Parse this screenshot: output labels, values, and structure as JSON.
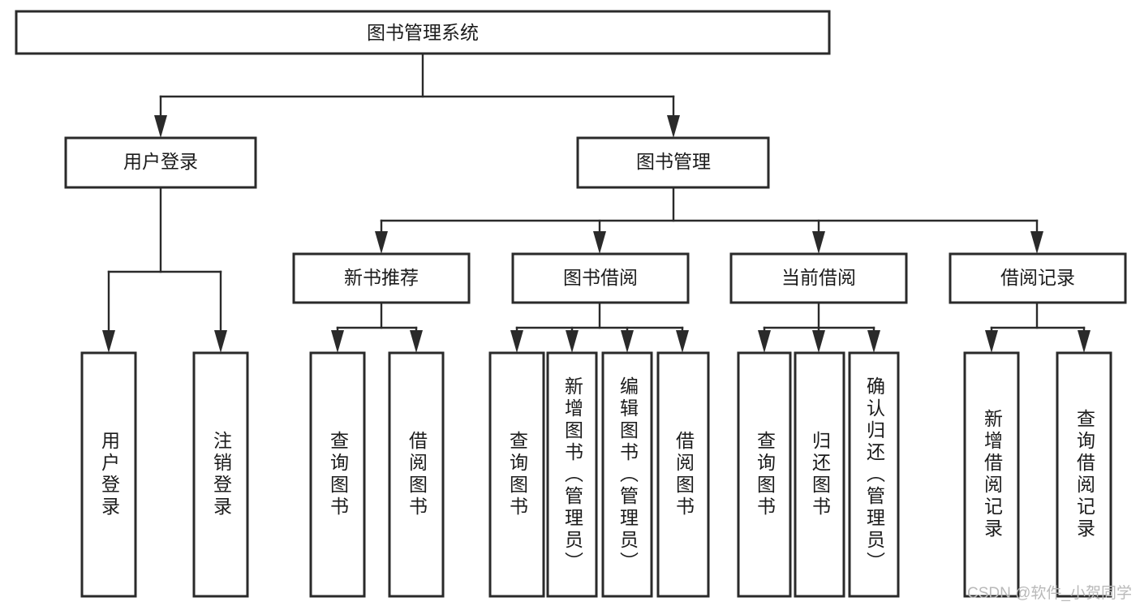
{
  "diagram": {
    "title": "图书管理系统",
    "type": "tree",
    "watermark": "CSDN @软件_小贺同学",
    "root": {
      "id": "root",
      "label": "图书管理系统"
    },
    "level2": [
      {
        "id": "user-login",
        "label": "用户登录"
      },
      {
        "id": "book-manage",
        "label": "图书管理"
      }
    ],
    "level3": [
      {
        "id": "new-book-rec",
        "label": "新书推荐",
        "parent": "book-manage"
      },
      {
        "id": "book-borrow",
        "label": "图书借阅",
        "parent": "book-manage"
      },
      {
        "id": "current-borrow",
        "label": "当前借阅",
        "parent": "book-manage"
      },
      {
        "id": "borrow-record",
        "label": "借阅记录",
        "parent": "book-manage"
      }
    ],
    "leaves": [
      {
        "id": "leaf-user-login",
        "label": "用户登录",
        "parent": "user-login"
      },
      {
        "id": "leaf-logout",
        "label": "注销登录",
        "parent": "user-login"
      },
      {
        "id": "leaf-query-book-1",
        "label": "查询图书",
        "parent": "new-book-rec"
      },
      {
        "id": "leaf-borrow-book-1",
        "label": "借阅图书",
        "parent": "new-book-rec"
      },
      {
        "id": "leaf-query-book-2",
        "label": "查询图书",
        "parent": "book-borrow"
      },
      {
        "id": "leaf-add-book",
        "label": "新增图书（管理员）",
        "parent": "book-borrow"
      },
      {
        "id": "leaf-edit-book",
        "label": "编辑图书（管理员）",
        "parent": "book-borrow"
      },
      {
        "id": "leaf-borrow-book-2",
        "label": "借阅图书",
        "parent": "book-borrow"
      },
      {
        "id": "leaf-query-book-3",
        "label": "查询图书",
        "parent": "current-borrow"
      },
      {
        "id": "leaf-return-book",
        "label": "归还图书",
        "parent": "current-borrow"
      },
      {
        "id": "leaf-confirm-return",
        "label": "确认归还（管理员）",
        "parent": "current-borrow"
      },
      {
        "id": "leaf-add-record",
        "label": "新增借阅记录",
        "parent": "borrow-record"
      },
      {
        "id": "leaf-query-record",
        "label": "查询借阅记录",
        "parent": "borrow-record"
      }
    ],
    "colors": {
      "stroke": "#2a2a2a",
      "fill": "#ffffff",
      "text": "#1b1b1b",
      "watermark": "#b9b9b9"
    }
  }
}
